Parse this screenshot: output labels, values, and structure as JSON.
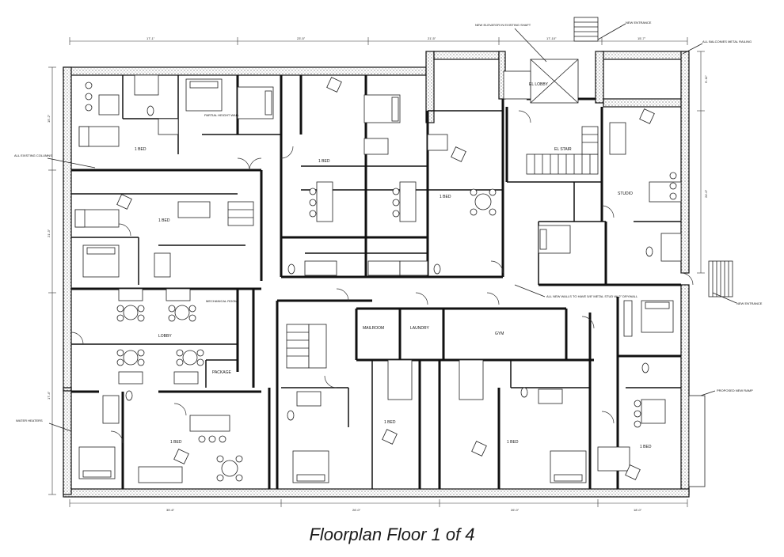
{
  "caption": "Floorplan Floor 1 of 4",
  "rooms": {
    "bed_1_top_left": "1 BED",
    "bed_1_mid_left": "1 BED",
    "lobby": "LOBBY",
    "bed_1_bottom_left": "1 BED",
    "bed_1_center_a": "1 BED",
    "bed_1_center_b": "1 BED",
    "el_lobby": "EL LOBBY",
    "el_stair": "EL STAIR",
    "studio": "STUDIO",
    "mailroom": "MAILROOM",
    "laundry": "LAUNDRY",
    "gym": "GYM",
    "bed_1_bottom_center": "1 BED",
    "bed_1_bottom_right": "1 BED",
    "bed_1_right": "1 BED",
    "package": "PACKAGE"
  },
  "notes": {
    "all_existing_columns": "ALL EXISTING COLUMNS",
    "partial_height_wall": "PARTIAL HEIGHT WALL",
    "new_elevator": "NEW ELEVATOR IN EXISTING SHAFT",
    "new_entrance_top": "NEW ENTRANCE",
    "all_balconies": "ALL BALCONIES METAL RAILING",
    "new_entrance_right": "NEW ENTRANCE",
    "proposed_ramp": "PROPOSED NEW RAMP",
    "water_heaters": "WATER HEATERS",
    "mechanical_room": "MECHANICAL ROOM",
    "new_walls": "ALL NEW WALLS TO HAVE 5/8\" METAL STUD W/ 2\" DRYWALL"
  },
  "dimensions": {
    "top": [
      "17'-1\"",
      "23'-5\"",
      "21'-5\"",
      "17'-10\"",
      "15'-7\""
    ],
    "bottom": [
      "35'-6\"",
      "26'-0\"",
      "26'-0\"",
      "18'-0\""
    ],
    "left": [
      "15'-2\"",
      "21'-3\"",
      "17'-4\""
    ],
    "right": [
      "9'-11\"",
      "24'-0\""
    ]
  }
}
